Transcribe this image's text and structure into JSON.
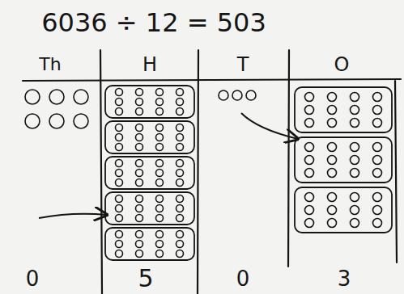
{
  "diagram": {
    "title": "6036 ÷ 12 = 503",
    "labels": [
      "Th",
      "H",
      "T",
      "O",
      "0",
      "5",
      "0",
      "3"
    ]
  }
}
